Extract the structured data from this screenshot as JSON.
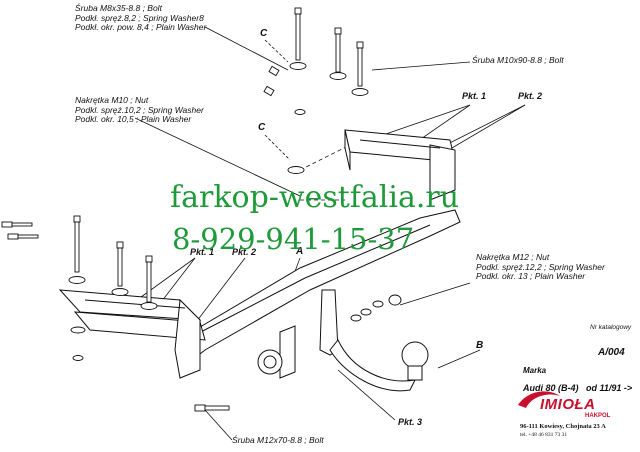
{
  "labels": {
    "bolt_m8": [
      "Śruba M8x35-8.8 ;  Bolt",
      "Podkł. spręż.8,2 ; Spring Washer8",
      "Podkł. okr. pow. 8,4 ; Plain Washer"
    ],
    "nut_m10": [
      "Nakrętka  M10 ; Nut",
      "Podkl. spręż.10,2 ; Spring Washer",
      "Podkl. okr. 10,5 ; Plain Washer"
    ],
    "bolt_m10": "Śruba M10x90-8.8 ;  Bolt",
    "nut_m12": [
      "Nakrętka  M12 ; Nut",
      "Podkl. spręż.12,2 ; Spring Washer",
      "Podkl. okr. 13 ; Plain Washer"
    ],
    "bolt_m12": "Śruba M12x70-8.8 ;  Bolt"
  },
  "points": {
    "pkt1_top": "Pkt. 1",
    "pkt2_top": "Pkt. 2",
    "pkt1_left": "Pkt. 1",
    "pkt2_left": "Pkt. 2",
    "pkt3": "Pkt. 3"
  },
  "letters": {
    "c1": "C",
    "c2": "C",
    "a": "A",
    "b": "B"
  },
  "watermark": {
    "site": "farkop-westfalia.ru",
    "phone": "8-929-941-15-37"
  },
  "catalog": {
    "nr_label": "Nr katalogowy",
    "nr_value": "A/004",
    "marka_label": "Marka",
    "model": "Audi 80 (B-4)",
    "year": "od  11/91 ->"
  },
  "brand": {
    "name": "IMIOŁA",
    "sub": "HAKPOL",
    "address": "96-111 Kowiesy, Chojnata 23 A",
    "phone": "tel. +48 46 831 73 31"
  }
}
